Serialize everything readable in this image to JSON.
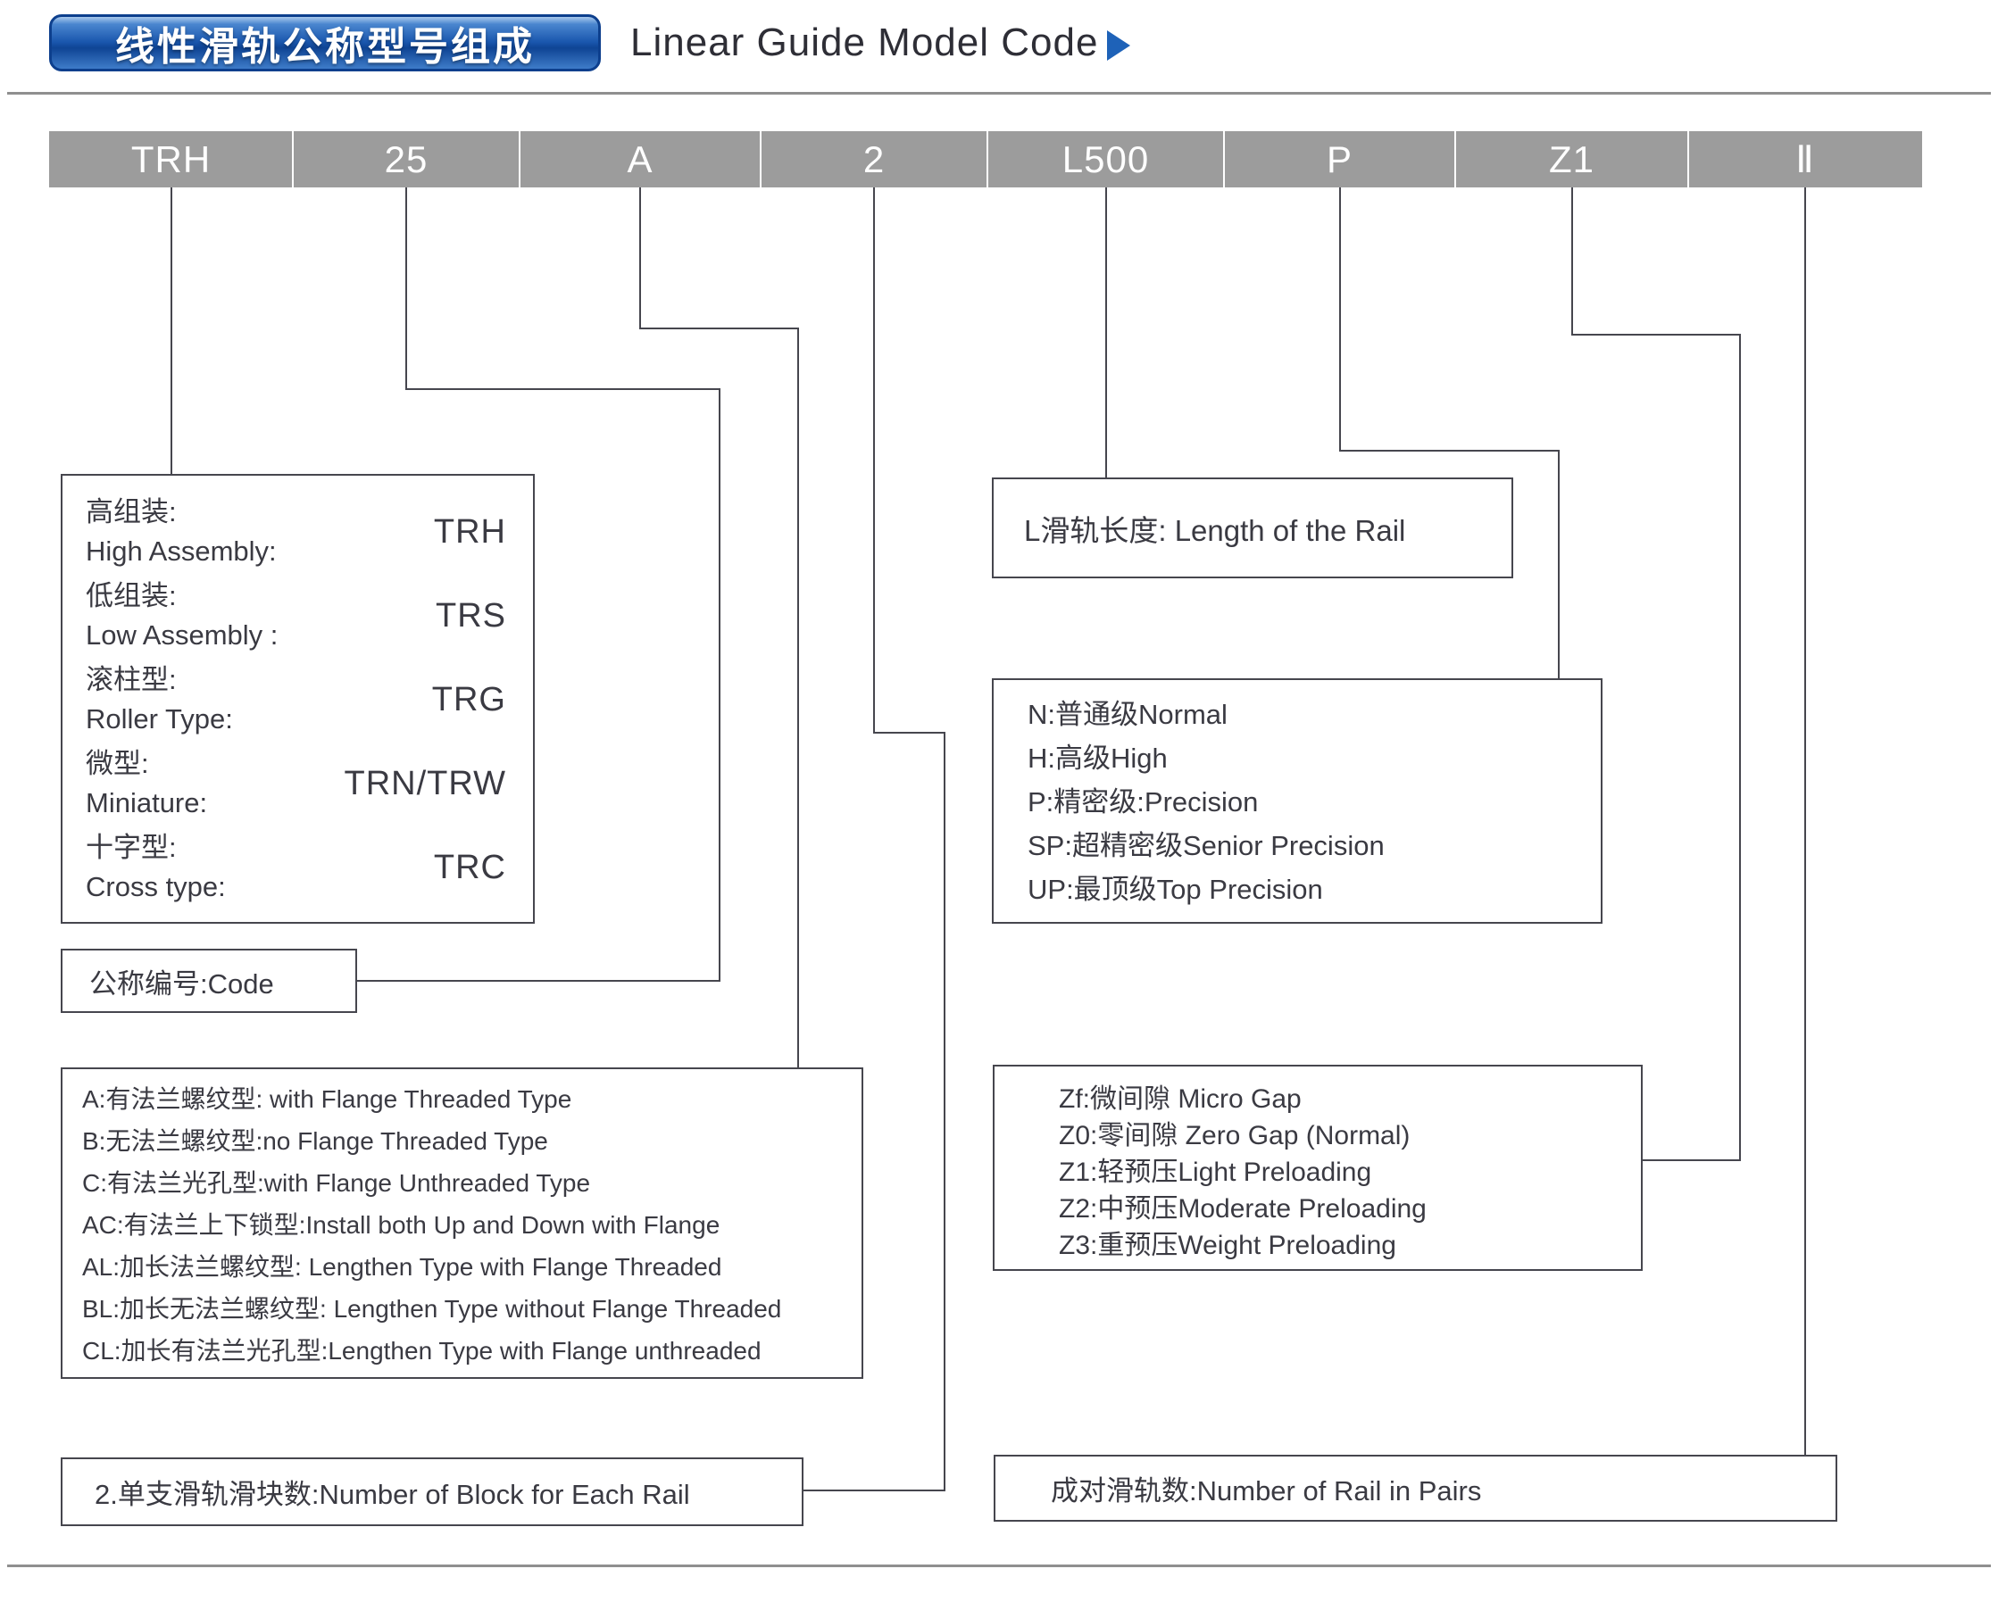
{
  "title": {
    "badge": "线性滑轨公称型号组成",
    "heading": "Linear Guide Model Code"
  },
  "model_code_bar": {
    "segments": [
      "TRH",
      "25",
      "A",
      "2",
      "L500",
      "P",
      "Z1",
      "Ⅱ"
    ]
  },
  "assembly_box": {
    "rows": [
      {
        "cn": "高组装:",
        "en": "High Assembly:",
        "code": "TRH"
      },
      {
        "cn": "低组装:",
        "en": "Low Assembly :",
        "code": "TRS"
      },
      {
        "cn": "滚柱型:",
        "en": "Roller Type:",
        "code": "TRG"
      },
      {
        "cn": "微型:",
        "en": "Miniature:",
        "code": "TRN/TRW"
      },
      {
        "cn": "十字型:",
        "en": "Cross type:",
        "code": "TRC"
      }
    ]
  },
  "code_box": {
    "label": "公称编号:Code"
  },
  "block_type_box": {
    "lines": [
      "A:有法兰螺纹型: with Flange Threaded Type",
      "B:无法兰螺纹型:no Flange Threaded Type",
      "C:有法兰光孔型:with Flange Unthreaded Type",
      "AC:有法兰上下锁型:Install both Up and Down with Flange",
      "AL:加长法兰螺纹型: Lengthen Type with Flange Threaded",
      "BL:加长无法兰螺纹型: Lengthen Type without Flange Threaded",
      "CL:加长有法兰光孔型:Lengthen Type with Flange unthreaded"
    ]
  },
  "rail_length_box": {
    "label": "L滑轨长度: Length of the Rail"
  },
  "precision_box": {
    "lines": [
      "N:普通级Normal",
      "H:高级High",
      "P:精密级:Precision",
      "SP:超精密级Senior Precision",
      "UP:最顶级Top Precision"
    ]
  },
  "preload_box": {
    "lines": [
      "Zf:微间隙 Micro Gap",
      "Z0:零间隙 Zero Gap (Normal)",
      "Z1:轻预压Light Preloading",
      "Z2:中预压Moderate Preloading",
      "Z3:重预压Weight Preloading"
    ]
  },
  "blocks_per_rail_box": {
    "label": "2.单支滑轨滑块数:Number of Block for Each Rail"
  },
  "rails_in_pairs_box": {
    "label": "成对滑轨数:Number of Rail in Pairs"
  },
  "colors": {
    "badge_blue": "#1e62b8",
    "bar_gray": "#9c9c9c",
    "connector": "#46464e",
    "text": "#3a3a42"
  }
}
